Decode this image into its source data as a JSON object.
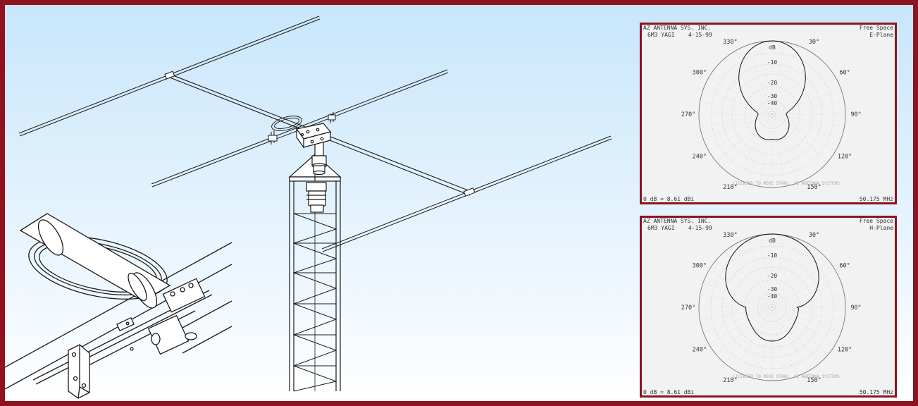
{
  "patterns": [
    {
      "id": "e-plane",
      "company": "AZ ANTENNA SYS. INC.",
      "model": "6M3 YAGI",
      "date": "4-15-99",
      "environment": "Free Space",
      "plane": "E-Plane",
      "gain": "0 dB = 8.61 dBi",
      "frequency": "50.175 MHz",
      "license": "LICENSED TO MIKE STAHL, AZ ANTENNA SYSTEMS",
      "unit_label": "dB",
      "ring_labels": [
        "-10",
        "-20",
        "-30",
        "-40"
      ],
      "angle_labels": [
        {
          "angle": 330,
          "text": "330°"
        },
        {
          "angle": 30,
          "text": "30°"
        },
        {
          "angle": 300,
          "text": "300°"
        },
        {
          "angle": 60,
          "text": "60°"
        },
        {
          "angle": 270,
          "text": "270°"
        },
        {
          "angle": 90,
          "text": "90°"
        },
        {
          "angle": 240,
          "text": "240°"
        },
        {
          "angle": 120,
          "text": "120°"
        },
        {
          "angle": 210,
          "text": "210°"
        },
        {
          "angle": 150,
          "text": "150°"
        }
      ]
    },
    {
      "id": "h-plane",
      "company": "AZ ANTENNA SYS. INC.",
      "model": "6M3 YAGI",
      "date": "4-15-99",
      "environment": "Free Space",
      "plane": "H-Plane",
      "gain": "0 dB = 8.61 dBi",
      "frequency": "50.175 MHz",
      "license": "LICENSED TO MIKE STAHL, AZ ANTENNA SYSTEMS",
      "unit_label": "dB",
      "ring_labels": [
        "-10",
        "-20",
        "-30",
        "-40"
      ],
      "angle_labels": [
        {
          "angle": 330,
          "text": "330°"
        },
        {
          "angle": 30,
          "text": "30°"
        },
        {
          "angle": 300,
          "text": "300°"
        },
        {
          "angle": 60,
          "text": "60°"
        },
        {
          "angle": 270,
          "text": "270°"
        },
        {
          "angle": 90,
          "text": "90°"
        },
        {
          "angle": 240,
          "text": "240°"
        },
        {
          "angle": 120,
          "text": "120°"
        },
        {
          "angle": 210,
          "text": "210°"
        },
        {
          "angle": 150,
          "text": "150°"
        }
      ]
    }
  ],
  "colors": {
    "frame": "#8e1321",
    "sky_top": "#c8e6fb",
    "line": "#1a1a1a",
    "panel_bg": "#f2f2f2"
  }
}
